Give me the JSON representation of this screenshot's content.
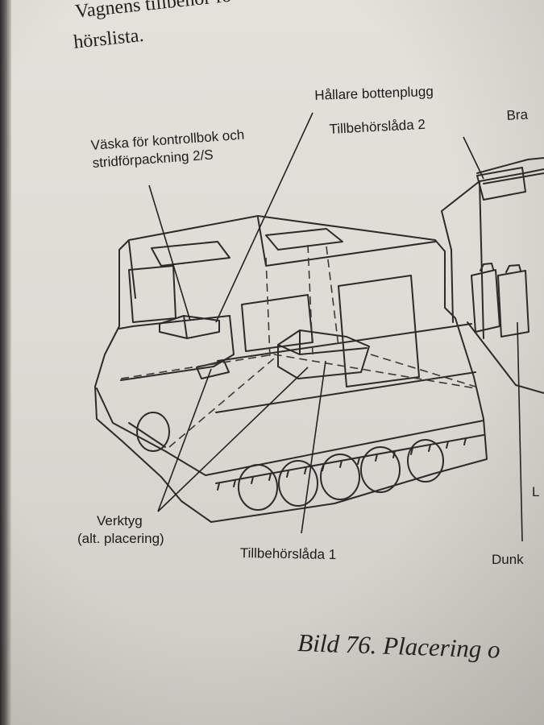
{
  "body_text": {
    "line1": "Vagnens tillbehör fö",
    "line2": "hörslista."
  },
  "labels": {
    "drain_plug_holder": "Hållare bottenplugg",
    "accessory_box_2": "Tillbehörslåda 2",
    "fire_cut": "Bra",
    "bag_line1": "Väska för kontrollbok och",
    "bag_line2": "stridförpackning 2/S",
    "tools_line1": "Verktyg",
    "tools_line2": "(alt. placering)",
    "accessory_box_1": "Tillbehörslåda 1",
    "cut_l": "L",
    "canister": "Dunk"
  },
  "caption": "Bild 76. Placering o",
  "colors": {
    "paper": "#e0ddd7",
    "ink": "#1f1e1d",
    "line_art": "#2b2b2b",
    "faint_line": "#8a8884"
  }
}
